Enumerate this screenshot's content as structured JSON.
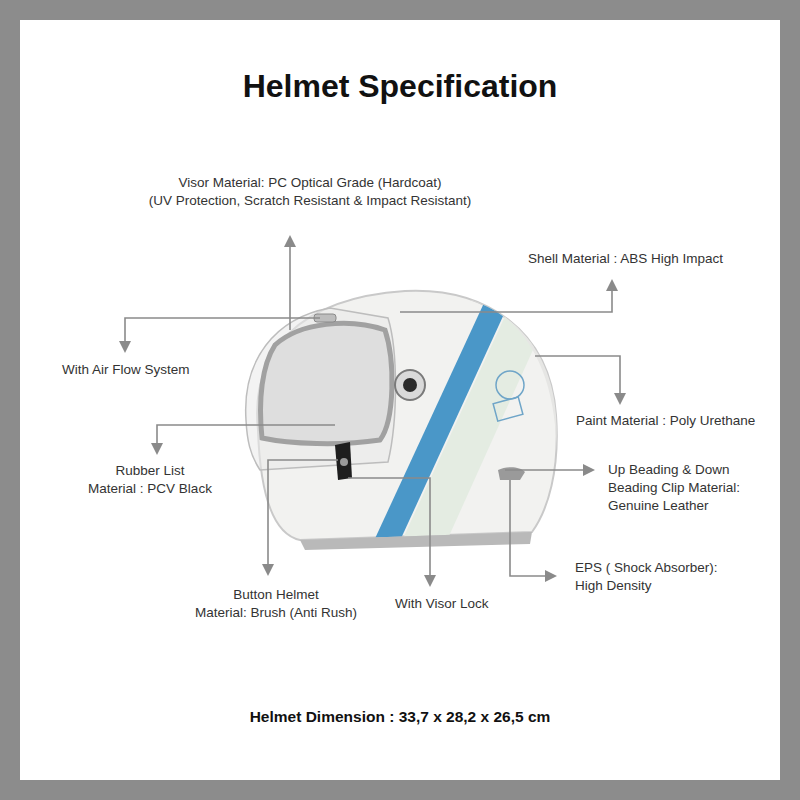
{
  "diagram": {
    "title": "Helmet Specification",
    "caption": "Helmet Dimension : 33,7 x 28,2 x 26,5 cm",
    "labels": [
      "Visor Material: PC Optical Grade (Hardcoat) (UV Protection, Scratch Resistant & Impact Resistant)",
      "Shell Material : ABS High Impact",
      "With Air Flow System",
      "Paint Material : Poly Urethane",
      "Rubber List Material : PCV Black",
      "Up Beading & Down Beading Clip Material: Genuine Leather",
      "EPS ( Shock Absorber): High Density",
      "Button Helmet Material: Brush (Anti Rush)",
      "With Visor Lock"
    ]
  }
}
